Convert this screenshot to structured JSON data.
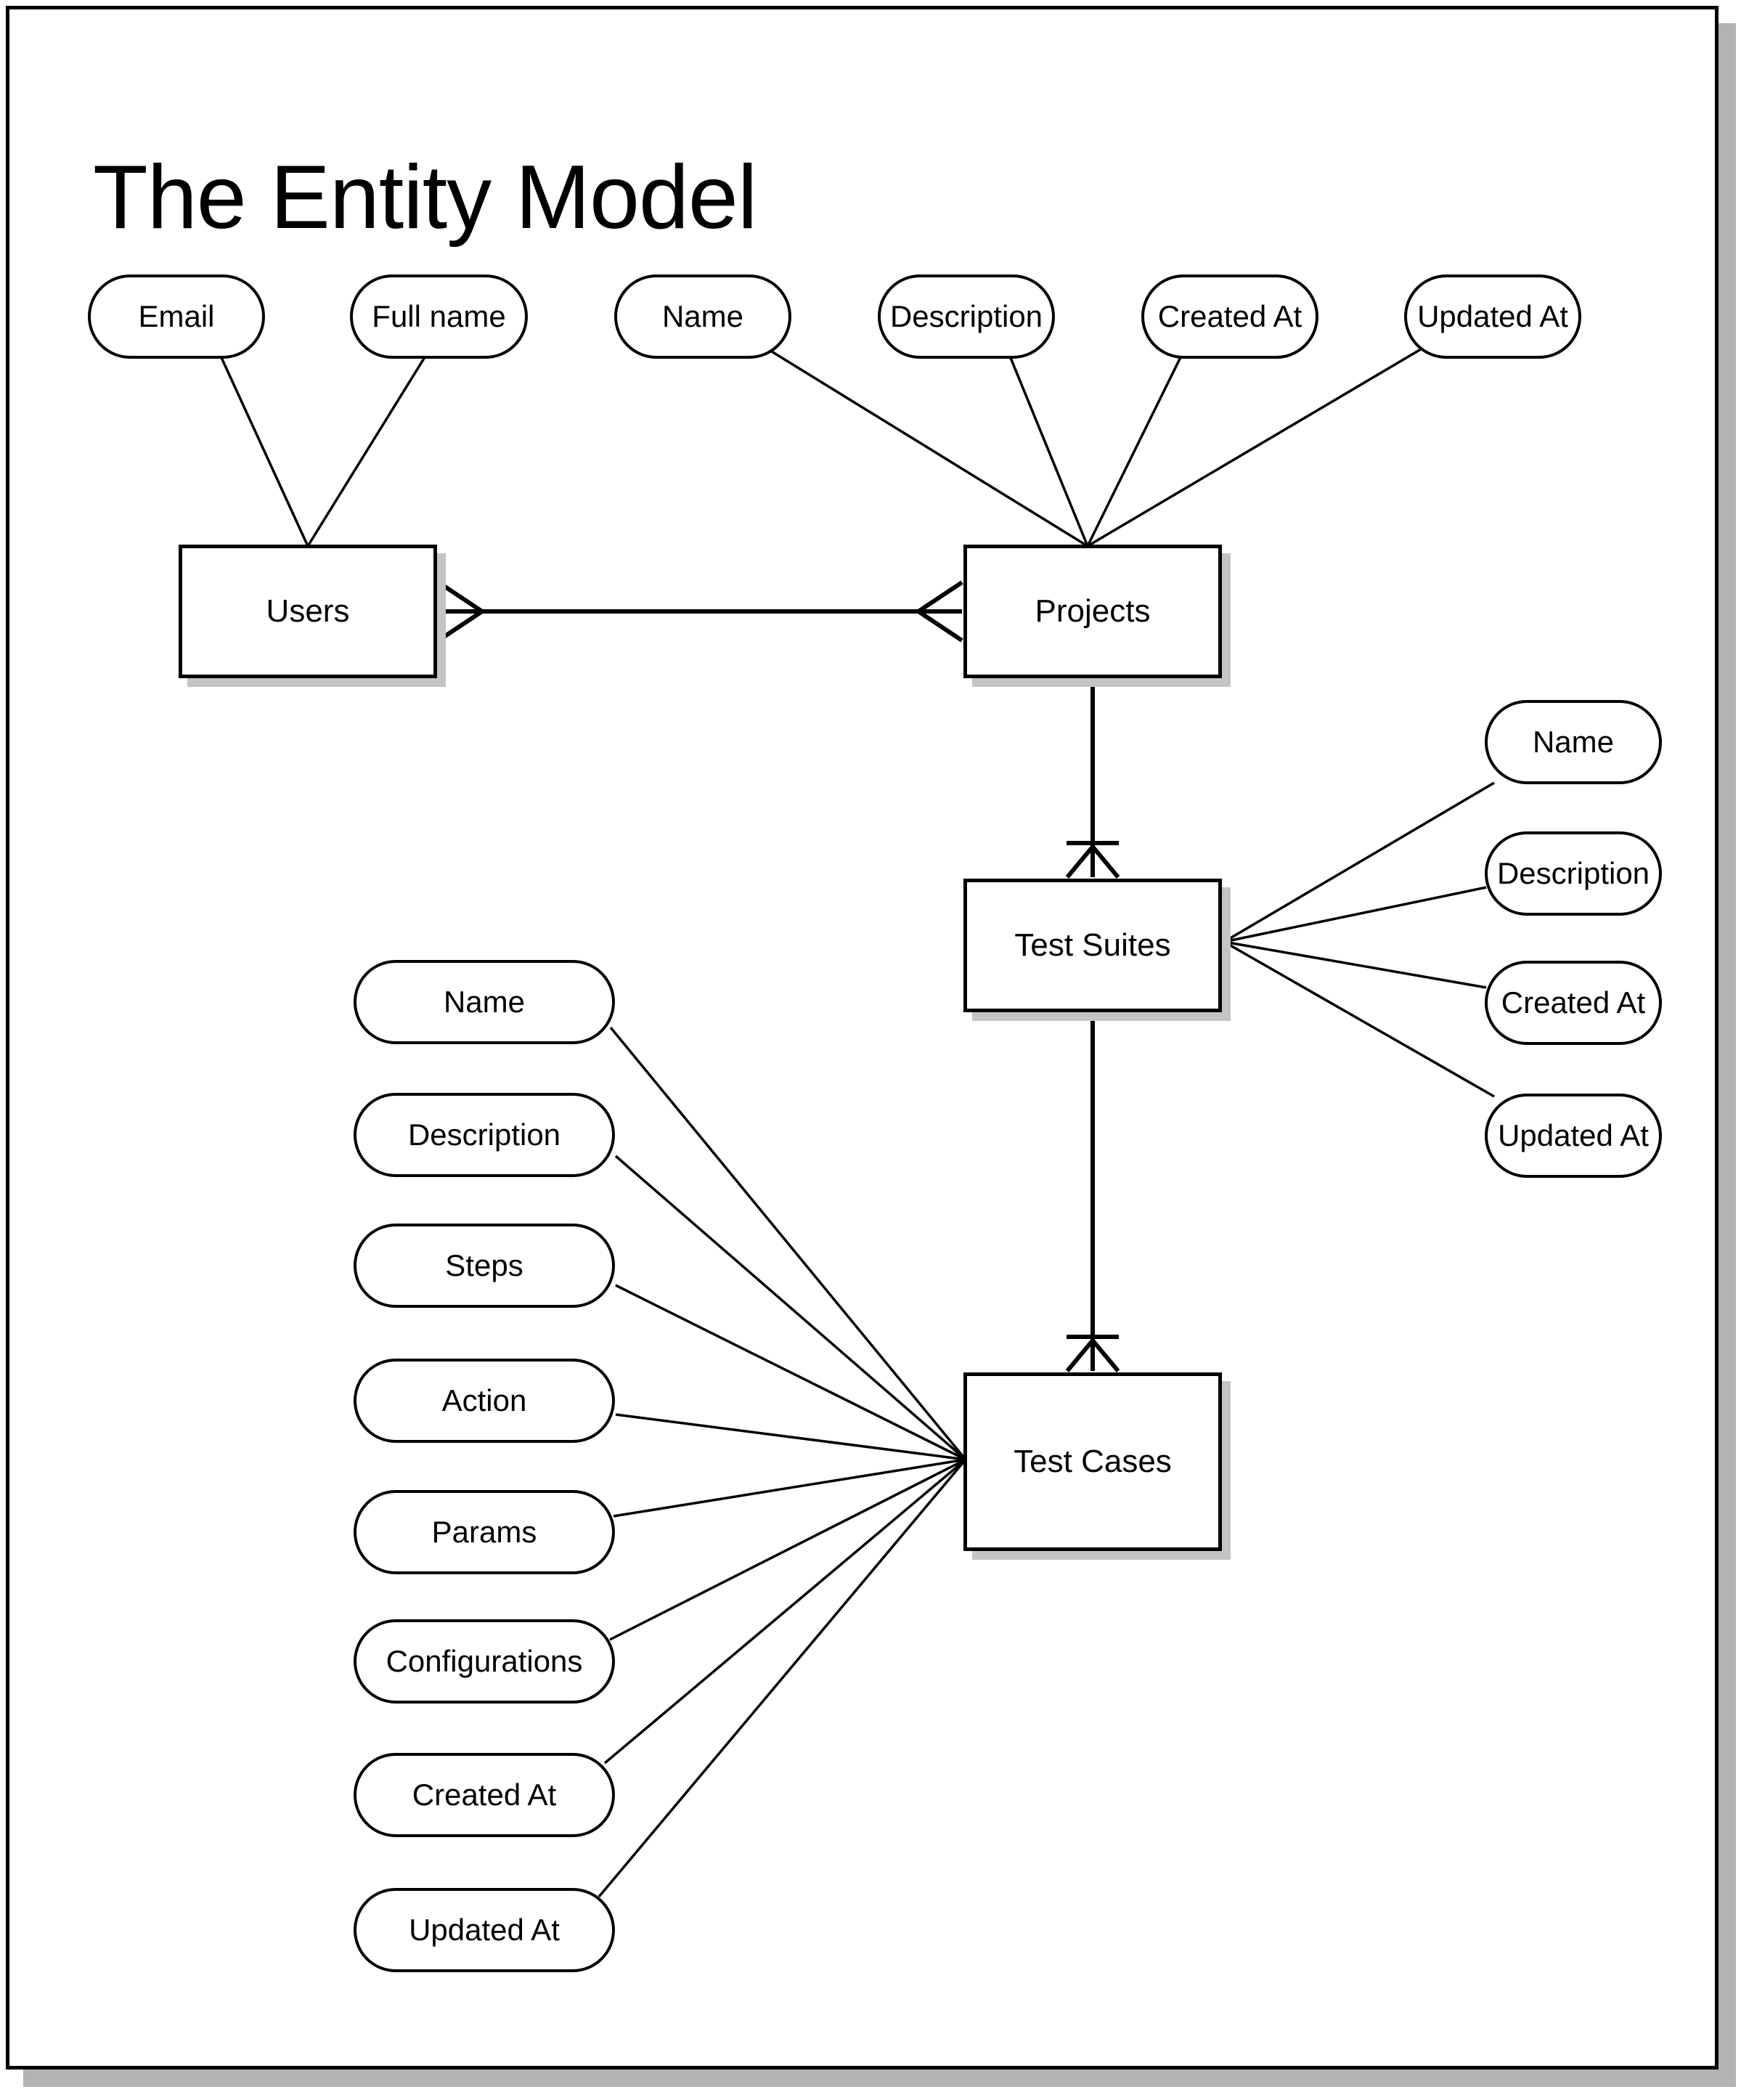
{
  "page": {
    "title": "The Entity Model"
  },
  "entities": [
    {
      "label": "Users"
    },
    {
      "label": "Projects"
    },
    {
      "label": "Test Suites"
    },
    {
      "label": "Test Cases"
    }
  ],
  "attributes": {
    "users": [
      "Email",
      "Full name"
    ],
    "projects": [
      "Name",
      "Description",
      "Created At",
      "Updated At"
    ],
    "test_suites": [
      "Name",
      "Description",
      "Created At",
      "Updated At"
    ],
    "test_cases": [
      "Name",
      "Description",
      "Steps",
      "Action",
      "Params",
      "Configurations",
      "Created At",
      "Updated At"
    ]
  },
  "relationships": [
    {
      "from": "Users",
      "to": "Projects",
      "notation": "crow's foot many at both ends (many-to-many)"
    },
    {
      "from": "Projects",
      "to": "Test Suites",
      "notation": "one bar + crow's foot many at Test Suites end (one-to-many)"
    },
    {
      "from": "Test Suites",
      "to": "Test Cases",
      "notation": "one bar + crow's foot many at Test Cases end (one-to-many)"
    }
  ]
}
